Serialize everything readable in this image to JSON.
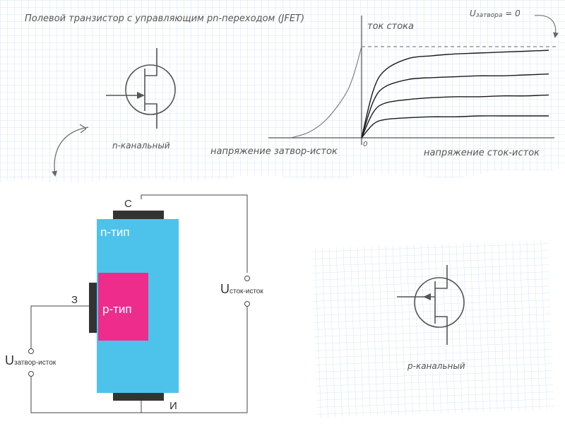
{
  "title": "Полевой транзистор с управляющим pn-переходом (JFET)",
  "symbols": {
    "n_channel_label": "n-канальный",
    "p_channel_label": "p-канальный"
  },
  "chart": {
    "ylabel": "ток стока",
    "xlabel_right": "напряжение сток-исток",
    "xlabel_left": "напряжение затвор-исток",
    "origin_label": "0",
    "annotation_base": "U",
    "annotation_sub": "затвора",
    "annotation_tail": " = 0"
  },
  "structure": {
    "drain_label": "С",
    "source_label": "И",
    "gate_label": "З",
    "n_type_label": "n-тип",
    "p_type_label": "p-тип",
    "vgs_base": "U",
    "vgs_sub": "затвор-исток",
    "vds_base": "U",
    "vds_sub": "сток-исток"
  },
  "colors": {
    "n_type": "#4dc3ec",
    "p_type": "#ed2c8c",
    "contact": "#333333",
    "grid": "#c5dff0",
    "curve": "#1a1a1a"
  },
  "chart_data": {
    "type": "line",
    "title": "",
    "xlabel": "напряжение сток-исток",
    "ylabel": "ток стока",
    "series": [
      {
        "x": [
          0,
          0.5,
          1,
          2,
          3,
          4,
          5,
          6,
          7,
          8
        ],
        "values": [
          0,
          0.52,
          0.74,
          0.87,
          0.9,
          0.92,
          0.93,
          0.94,
          0.95,
          0.96
        ]
      },
      {
        "x": [
          0,
          0.5,
          1,
          2,
          3,
          4,
          5,
          6,
          7,
          8
        ],
        "values": [
          0,
          0.4,
          0.56,
          0.64,
          0.66,
          0.67,
          0.68,
          0.68,
          0.69,
          0.7
        ]
      },
      {
        "x": [
          0,
          0.5,
          1,
          2,
          3,
          4,
          5,
          6,
          7,
          8
        ],
        "values": [
          0,
          0.28,
          0.38,
          0.42,
          0.44,
          0.45,
          0.45,
          0.46,
          0.46,
          0.47
        ]
      },
      {
        "x": [
          0,
          0.5,
          1,
          2,
          3,
          4,
          5,
          6,
          7,
          8
        ],
        "values": [
          0,
          0.15,
          0.2,
          0.22,
          0.23,
          0.23,
          0.24,
          0.24,
          0.24,
          0.24
        ]
      }
    ],
    "transfer_curve": {
      "x": [
        -8,
        -6,
        -4,
        -2,
        -1,
        0
      ],
      "values": [
        0,
        0.06,
        0.2,
        0.45,
        0.66,
        1.0
      ]
    },
    "xlim": [
      -8,
      8
    ],
    "ylim": [
      0,
      1.1
    ],
    "grid": true
  }
}
